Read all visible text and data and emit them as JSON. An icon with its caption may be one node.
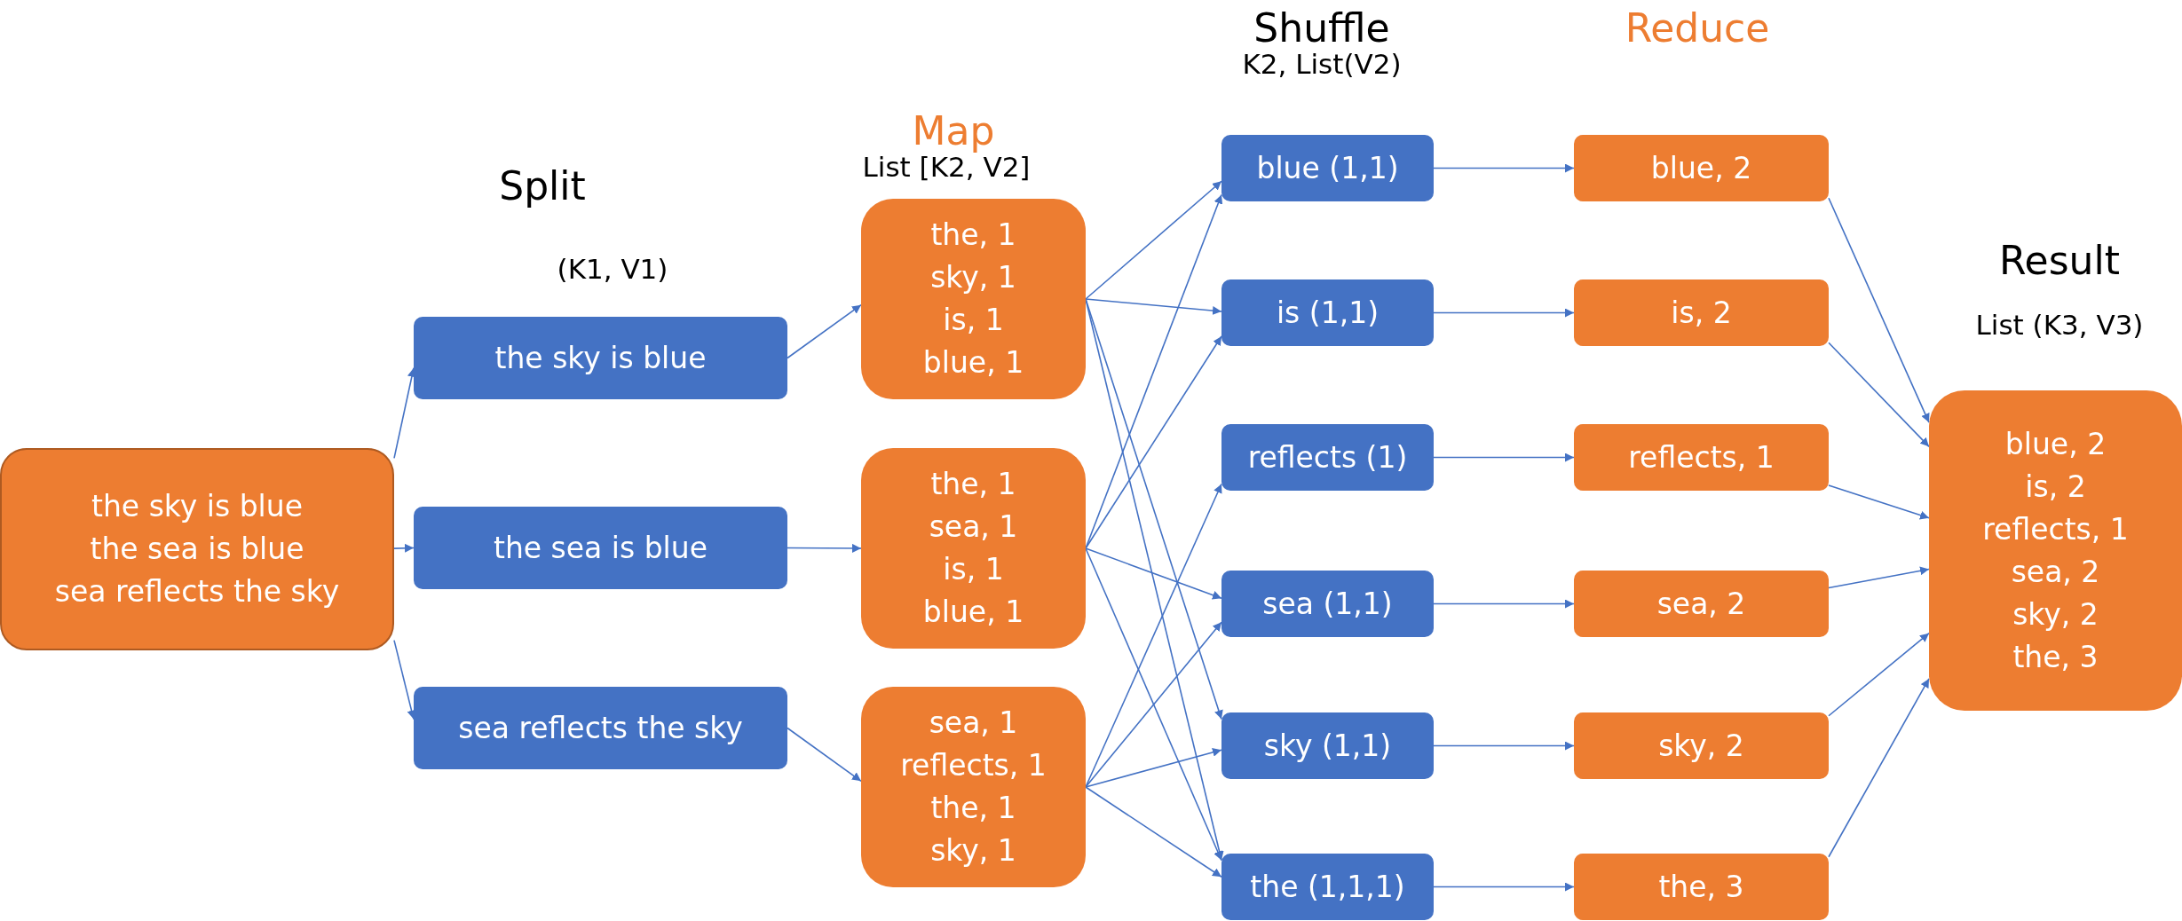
{
  "diagram": {
    "nodes": [
      {
        "text": [
          "the sky is blue",
          "the sea is blue",
          "sea reflects the sky"
        ]
      },
      {
        "text": [
          "the sky is blue"
        ]
      },
      {
        "text": [
          "the sea is blue"
        ]
      },
      {
        "text": [
          "sea reflects the sky"
        ]
      },
      {
        "text": [
          "the, 1",
          "sky, 1",
          "is, 1",
          "blue, 1"
        ]
      },
      {
        "text": [
          "the, 1",
          "sea, 1",
          "is, 1",
          "blue, 1"
        ]
      },
      {
        "text": [
          "sea, 1",
          "reflects, 1",
          "the, 1",
          "sky, 1"
        ]
      },
      {
        "text": [
          "blue (1,1)"
        ]
      },
      {
        "text": [
          "is (1,1)"
        ]
      },
      {
        "text": [
          "reflects (1)"
        ]
      },
      {
        "text": [
          "sea (1,1)"
        ]
      },
      {
        "text": [
          "sky (1,1)"
        ]
      },
      {
        "text": [
          "the (1,1,1)"
        ]
      },
      {
        "text": [
          "blue, 2"
        ]
      },
      {
        "text": [
          "is, 2"
        ]
      },
      {
        "text": [
          "reflects, 1"
        ]
      },
      {
        "text": [
          "sea, 2"
        ]
      },
      {
        "text": [
          "sky, 2"
        ]
      },
      {
        "text": [
          "the, 3"
        ]
      },
      {
        "text": [
          "blue, 2",
          "is, 2",
          "reflects, 1",
          "sea, 2",
          "sky, 2",
          "the, 3"
        ]
      }
    ],
    "edges": [
      {
        "from": 0,
        "to": 1,
        "arrow": "to"
      },
      {
        "from": 0,
        "to": 2,
        "arrow": "to"
      },
      {
        "from": 0,
        "to": 3,
        "arrow": "to"
      },
      {
        "from": 1,
        "to": 4,
        "arrow": "to"
      },
      {
        "from": 2,
        "to": 5,
        "arrow": "to"
      },
      {
        "from": 3,
        "to": 6,
        "arrow": "to"
      },
      {
        "from": 4,
        "to": 7,
        "arrow": "to"
      },
      {
        "from": 4,
        "to": 8,
        "arrow": "to"
      },
      {
        "from": 4,
        "to": 11,
        "arrow": "to"
      },
      {
        "from": 4,
        "to": 12,
        "arrow": "to"
      },
      {
        "from": 5,
        "to": 7,
        "arrow": "to"
      },
      {
        "from": 5,
        "to": 8,
        "arrow": "to"
      },
      {
        "from": 5,
        "to": 10,
        "arrow": "to"
      },
      {
        "from": 5,
        "to": 12,
        "arrow": "to"
      },
      {
        "from": 6,
        "to": 9,
        "arrow": "to"
      },
      {
        "from": 6,
        "to": 10,
        "arrow": "to"
      },
      {
        "from": 6,
        "to": 11,
        "arrow": "to"
      },
      {
        "from": 6,
        "to": 12,
        "arrow": "to"
      },
      {
        "from": 7,
        "to": 13,
        "arrow": "to"
      },
      {
        "from": 8,
        "to": 14,
        "arrow": "to"
      },
      {
        "from": 9,
        "to": 15,
        "arrow": "to"
      },
      {
        "from": 10,
        "to": 16,
        "arrow": "to"
      },
      {
        "from": 11,
        "to": 17,
        "arrow": "to"
      },
      {
        "from": 12,
        "to": 18,
        "arrow": "to"
      },
      {
        "from": 13,
        "to": 19,
        "arrow": "to"
      },
      {
        "from": 14,
        "to": 19,
        "arrow": "to"
      },
      {
        "from": 15,
        "to": 19,
        "arrow": "to"
      },
      {
        "from": 16,
        "to": 19,
        "arrow": "to"
      },
      {
        "from": 17,
        "to": 19,
        "arrow": "to"
      },
      {
        "from": 18,
        "to": 19,
        "arrow": "to"
      }
    ],
    "labels": [
      "Shuffle",
      "Reduce",
      "K2, List(V2)",
      "Map",
      "List [K2, V2]",
      "Split",
      "(K1, V1)",
      "Result",
      "List (K3, V3)"
    ]
  }
}
